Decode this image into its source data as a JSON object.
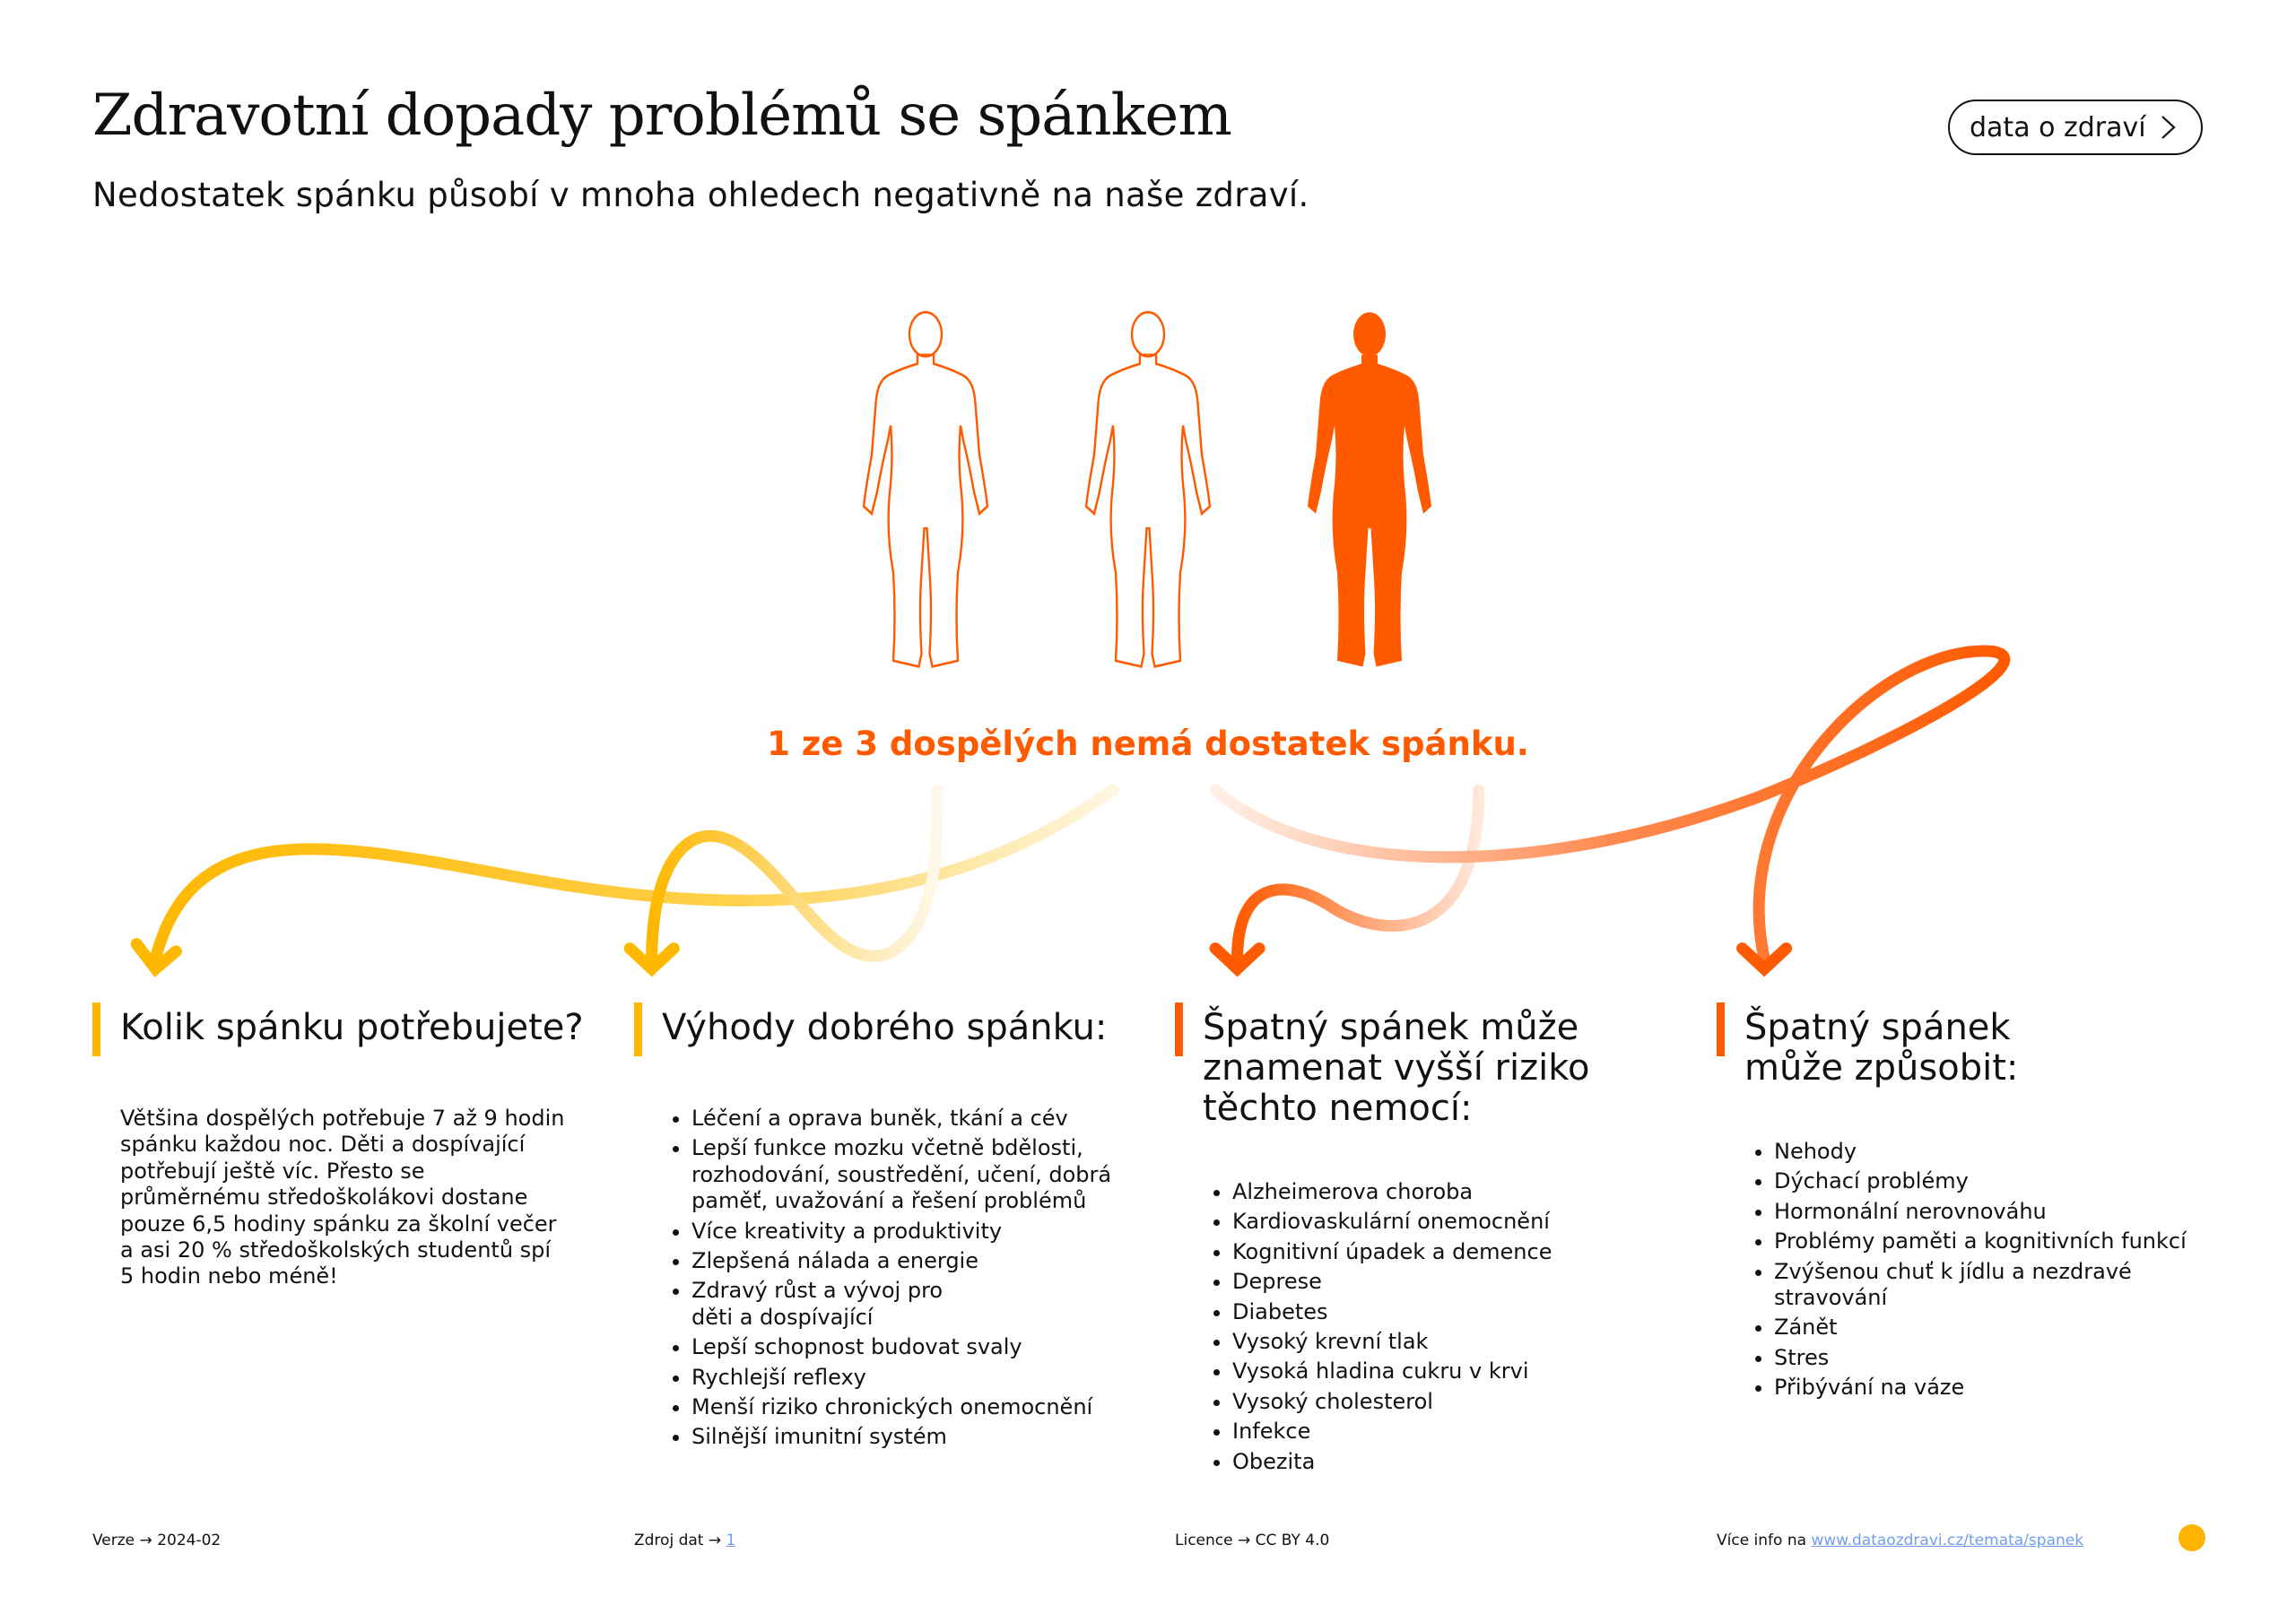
{
  "header": {
    "title": "Zdravotní dopady problémů se spánkem",
    "subtitle": "Nedostatek spánku působí v mnoha ohledech negativně na naše zdraví.",
    "button_label": "data o zdraví"
  },
  "colors": {
    "orange": "#ff5a00",
    "yellow": "#ffb800"
  },
  "tagline": "1 ze 3 dospělých nemá dostatek spánku.",
  "columns": [
    {
      "heading": "Kolik spánku potřebujete?",
      "text": "Většina dospělých potřebuje 7 až 9 hodin spánku každou noc. Děti a dospívající potřebují ještě víc. Přesto se průměrnému středoškolákovi dostane pouze 6,5 hodiny spánku za školní večer a asi 20 % středoškolských studentů spí 5 hodin nebo méně!"
    },
    {
      "heading": "Výhody dobrého spánku:",
      "items": [
        "Léčení a oprava buněk, tkání a cév",
        "Lepší funkce mozku včetně bdělosti, rozhodování, soustředění, učení, dobrá paměť, uvažování a řešení problémů",
        "Více kreativity a produktivity",
        "Zlepšená nálada a energie",
        "Zdravý růst a vývoj pro děti a dospívající",
        "Lepší schopnost budovat svaly",
        "Rychlejší reflexy",
        "Menší riziko chronických onemocnění",
        "Silnější imunitní systém"
      ]
    },
    {
      "heading": "Špatný spánek může znamenat vyšší riziko těchto nemocí:",
      "items": [
        "Alzheimerova choroba",
        "Kardiovaskulární onemocnění",
        "Kognitivní úpadek a demence",
        "Deprese",
        "Diabetes",
        "Vysoký krevní tlak",
        "Vysoká hladina cukru v krvi",
        "Vysoký cholesterol",
        "Infekce",
        "Obezita"
      ]
    },
    {
      "heading": "Špatný spánek může způsobit:",
      "items": [
        "Nehody",
        "Dýchací problémy",
        "Hormonální nerovnováhu",
        "Problémy paměti a kognitivních funkcí",
        "Zvýšenou chuť k jídlu a nezdravé stravování",
        "Zánět",
        "Stres",
        "Přibývání na váze"
      ]
    }
  ],
  "footer": {
    "version_label": "Verze → 2024-02",
    "source_label": "Zdroj dat →",
    "source_link": "1",
    "license_label": "Licence → CC BY 4.0",
    "more_label": "Více info na",
    "more_link": "www.dataozdravi.cz/temata/spanek"
  }
}
